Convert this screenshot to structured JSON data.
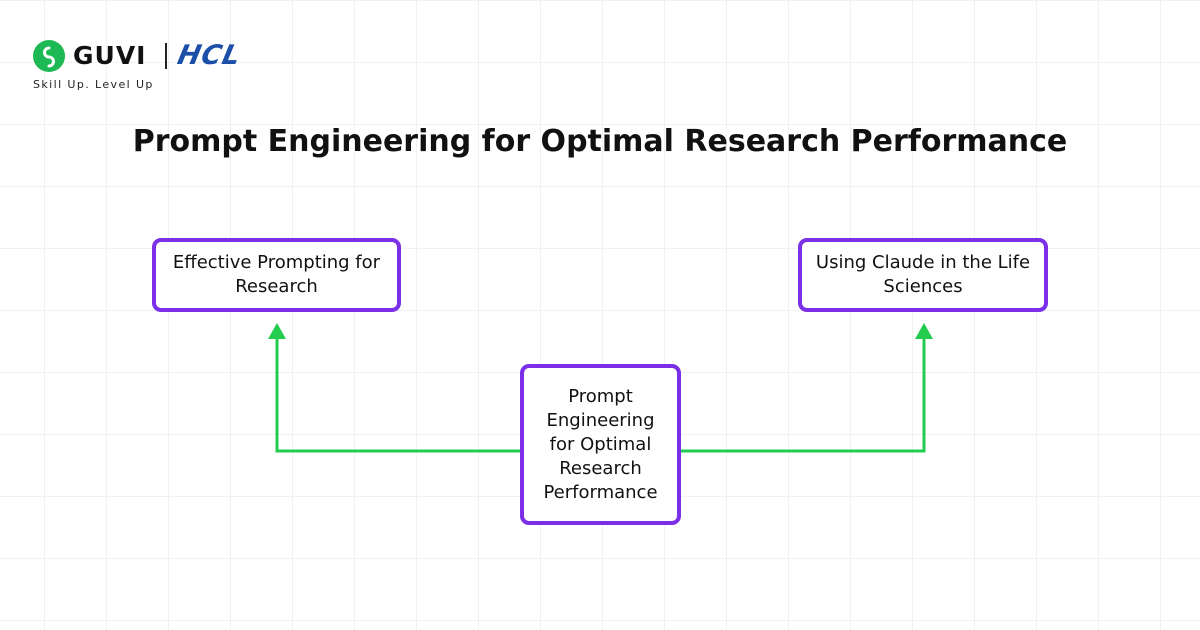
{
  "brand": {
    "guvi": "GUVI",
    "hcl": "HCL",
    "tagline": "Skill Up. Level Up",
    "guvi_color": "#1db954",
    "hcl_color": "#1b4fa8"
  },
  "title": "Prompt Engineering for Optimal Research Performance",
  "diagram": {
    "center": {
      "text": "Prompt Engineering for Optimal Research Performance"
    },
    "children": [
      {
        "text": "Effective Prompting for Research"
      },
      {
        "text": "Using Claude in the Life Sciences"
      }
    ],
    "node_border_color": "#7b30e8",
    "connector_color": "#22cc4e"
  }
}
